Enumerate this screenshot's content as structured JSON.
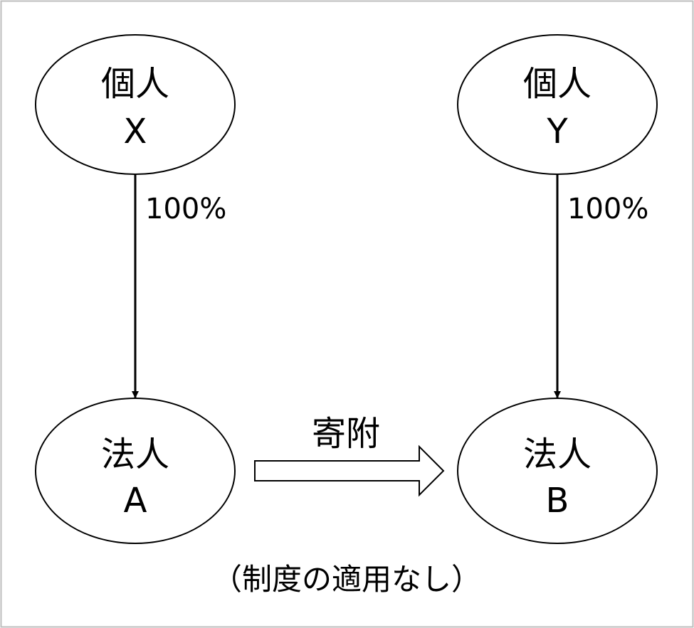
{
  "nodes": {
    "individual_x": {
      "line1": "個人",
      "line2": "X"
    },
    "individual_y": {
      "line1": "個人",
      "line2": "Y"
    },
    "corporation_a": {
      "line1": "法人",
      "line2": "A"
    },
    "corporation_b": {
      "line1": "法人",
      "line2": "B"
    }
  },
  "edges": {
    "x_to_a": {
      "label": "100%"
    },
    "y_to_b": {
      "label": "100%"
    },
    "a_to_b": {
      "label": "寄附"
    }
  },
  "caption": "（制度の適用なし）",
  "colors": {
    "stroke": "#000000",
    "frame": "#bfbfbf",
    "background": "#ffffff"
  }
}
